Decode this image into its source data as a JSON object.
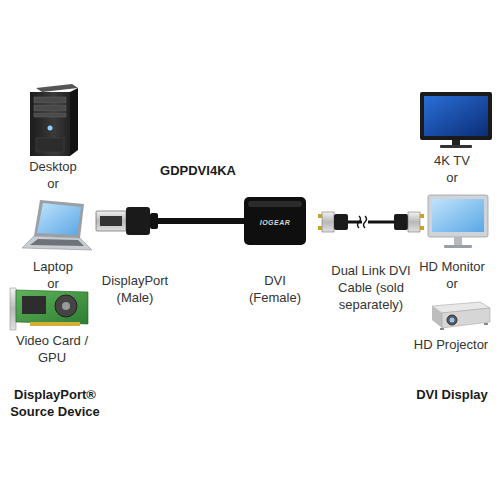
{
  "diagram": {
    "labels": [
      "Desktop",
      "or",
      "Laptop",
      "or",
      "Video Card / GPU",
      "DisplayPort® Source Device",
      "GDPDVI4KA",
      "IOGEAR",
      "DisplayPort (Male)",
      "DVI (Female)",
      "Dual Link DVI Cable (sold separately)",
      "4K TV",
      "or",
      "HD Monitor",
      "or",
      "HD Projector",
      "DVI Display"
    ]
  }
}
